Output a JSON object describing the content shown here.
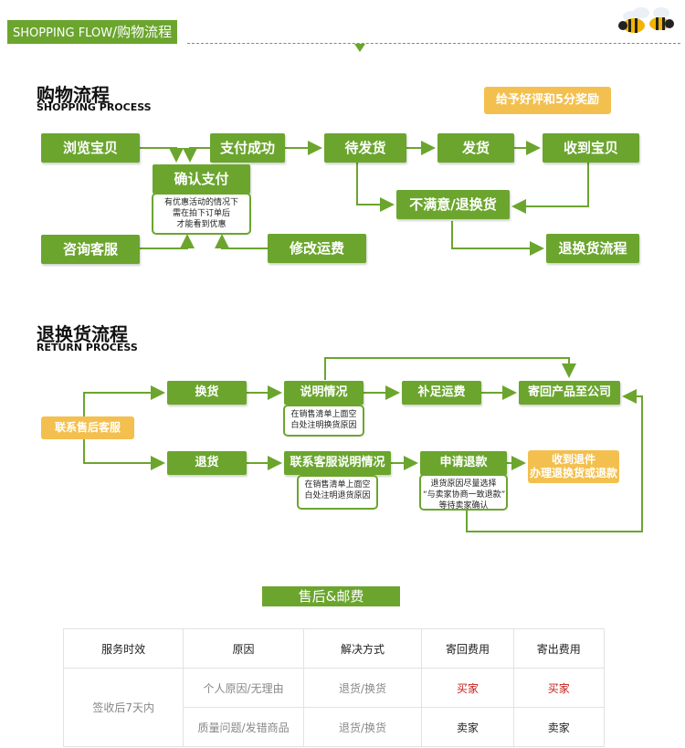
{
  "header": {
    "banner_en": "SHOPPING FLOW",
    "banner_cn": "/购物流程"
  },
  "shopping": {
    "title_cn": "购物流程",
    "title_en": "SHOPPING PROCESS",
    "reward": "给予好评和5分奖励",
    "steps": {
      "browse": "浏览宝贝",
      "pay_success": "支付成功",
      "wait_ship": "待发货",
      "ship": "发货",
      "received": "收到宝贝",
      "confirm_pay": "确认支付",
      "unsatisfied": "不满意/退换货",
      "consult": "咨询客服",
      "modify_fee": "修改运费",
      "return_flow": "退换货流程"
    },
    "confirm_note": [
      "有优惠活动的情况下",
      "需在拍下订单后",
      "才能看到优惠"
    ]
  },
  "returns": {
    "title_cn": "退换货流程",
    "title_en": "RETURN PROCESS",
    "contact": "联系售后客服",
    "exchange": "换货",
    "refund": "退货",
    "explain": "说明情况",
    "pay_freight": "补足运费",
    "send_back": "寄回产品至公司",
    "contact_explain": "联系客服说明情况",
    "apply_refund": "申请退款",
    "receive_return": [
      "收到退件",
      "办理退换货或退款"
    ],
    "note_exchange": [
      "在销售清单上面空",
      "白处注明换货原因"
    ],
    "note_refund": [
      "在销售清单上面空",
      "白处注明退货原因"
    ],
    "note_apply": [
      "退货原因尽量选择",
      "“与卖家协商一致退款”",
      "等待卖家确认"
    ]
  },
  "aftersale": {
    "title": "售后&邮费",
    "headers": [
      "服务时效",
      "原因",
      "解决方式",
      "寄回费用",
      "寄出费用"
    ],
    "period": "签收后7天内",
    "rows": [
      [
        "个人原因/无理由",
        "退货/换货",
        "买家",
        "买家"
      ],
      [
        "质量问题/发错商品",
        "退货/换货",
        "卖家",
        "卖家"
      ]
    ]
  },
  "colors": {
    "green": "#6ba52e",
    "yellow": "#f3c04f",
    "red": "#c0201a"
  },
  "icons": {
    "mascot": "bee-icon"
  }
}
